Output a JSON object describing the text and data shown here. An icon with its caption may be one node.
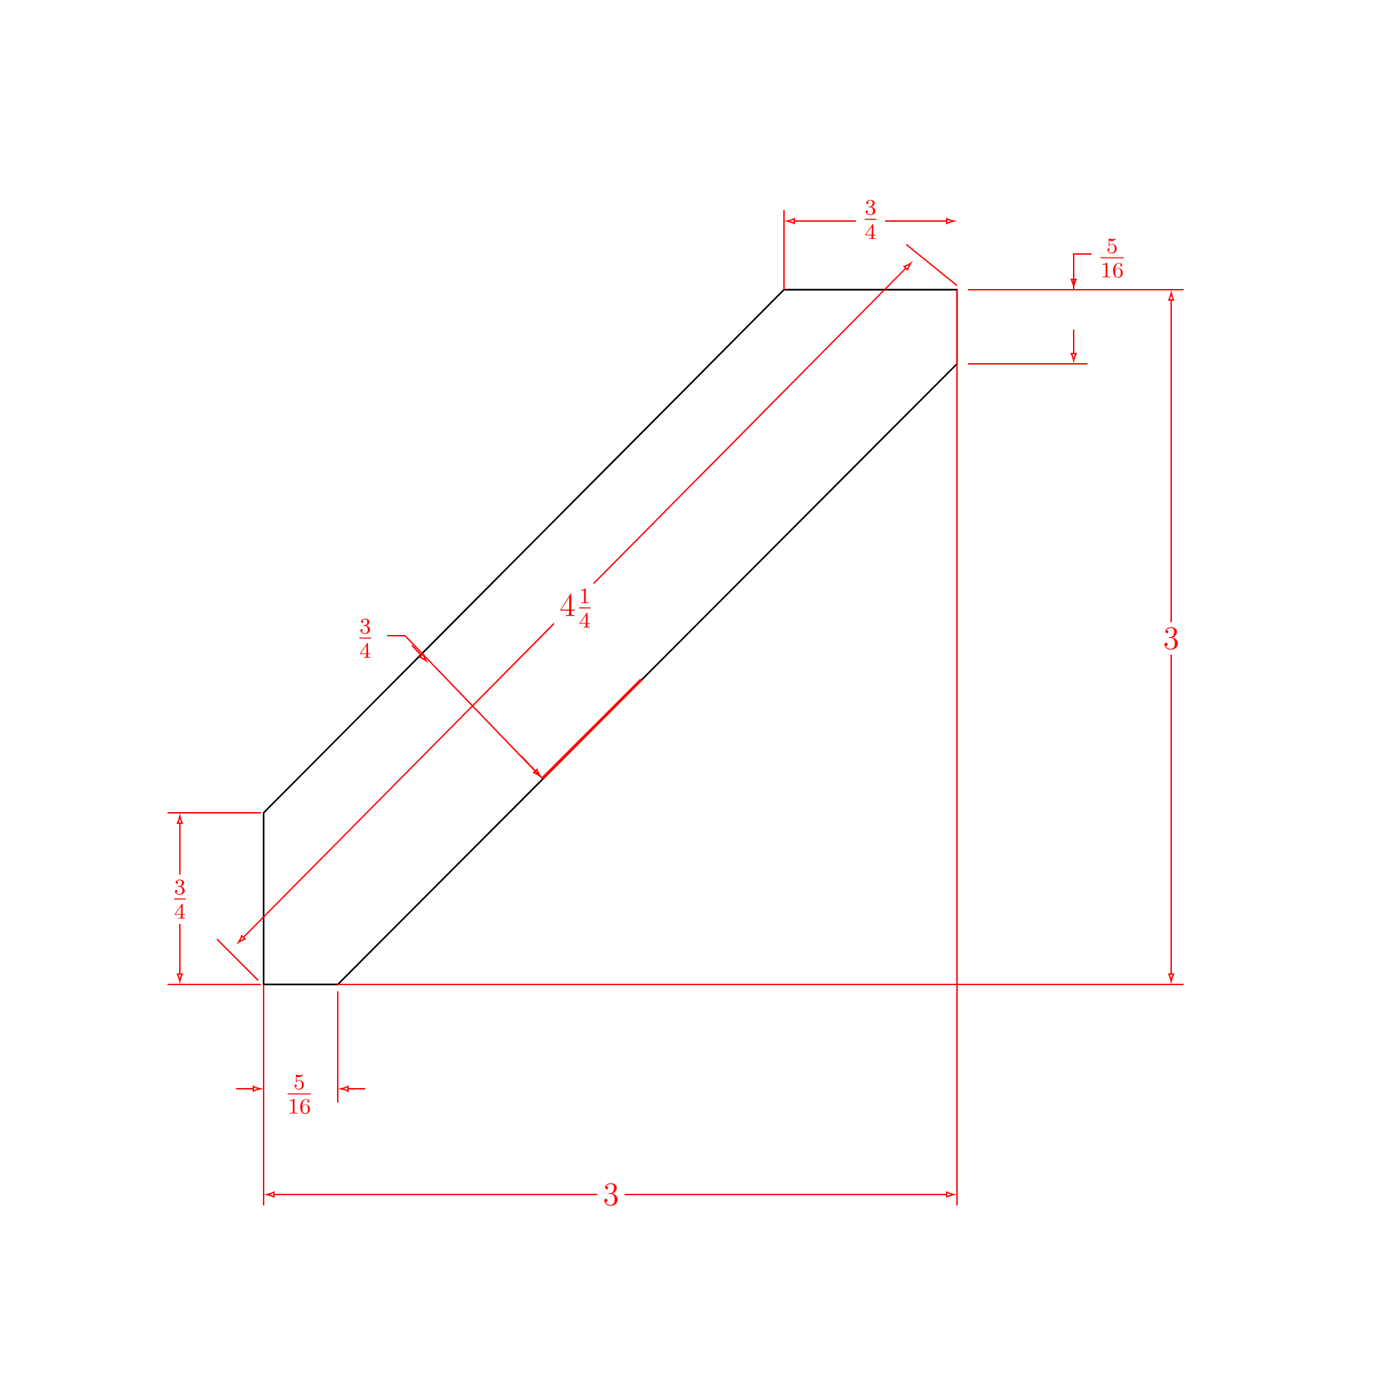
{
  "diagram": {
    "labels": [
      "\\frac{3}{4}",
      "\\frac{5}{16}",
      "\\frac{3}{4}",
      "4\\frac{1}{4}",
      "3",
      "\\frac{3}{4}",
      "\\frac{5}{16}",
      "3"
    ]
  }
}
